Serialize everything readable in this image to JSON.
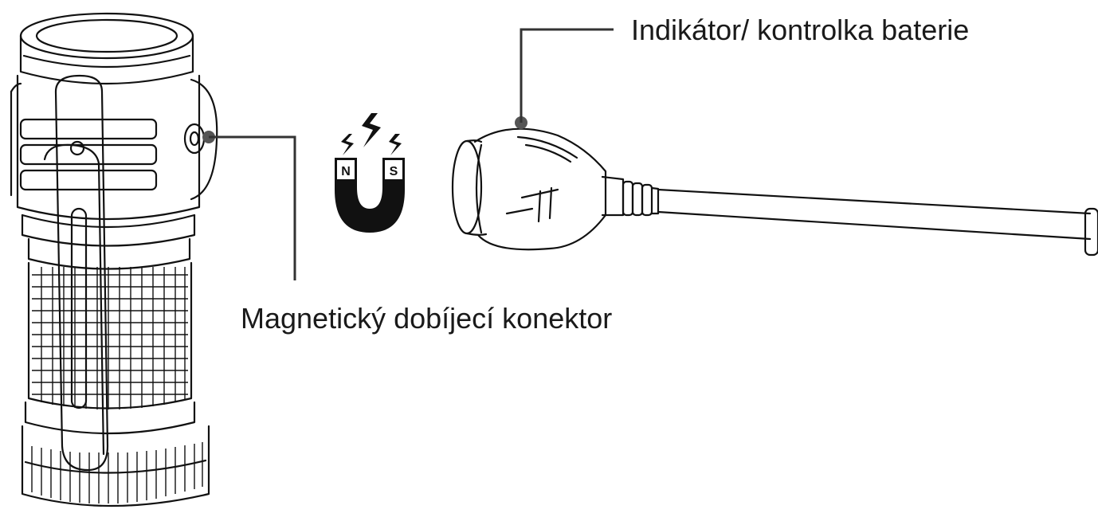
{
  "labels": {
    "magnetic_connector": "Magnetický dobíjecí konektor",
    "battery_indicator": "Indikátor/ kontrolka baterie"
  },
  "magnet_icon": {
    "name": "horseshoe-magnet-icon",
    "pole_north": "N",
    "pole_south": "S"
  },
  "colors": {
    "line": "#111111",
    "callout": "#333333",
    "text": "#1a1a1a"
  }
}
